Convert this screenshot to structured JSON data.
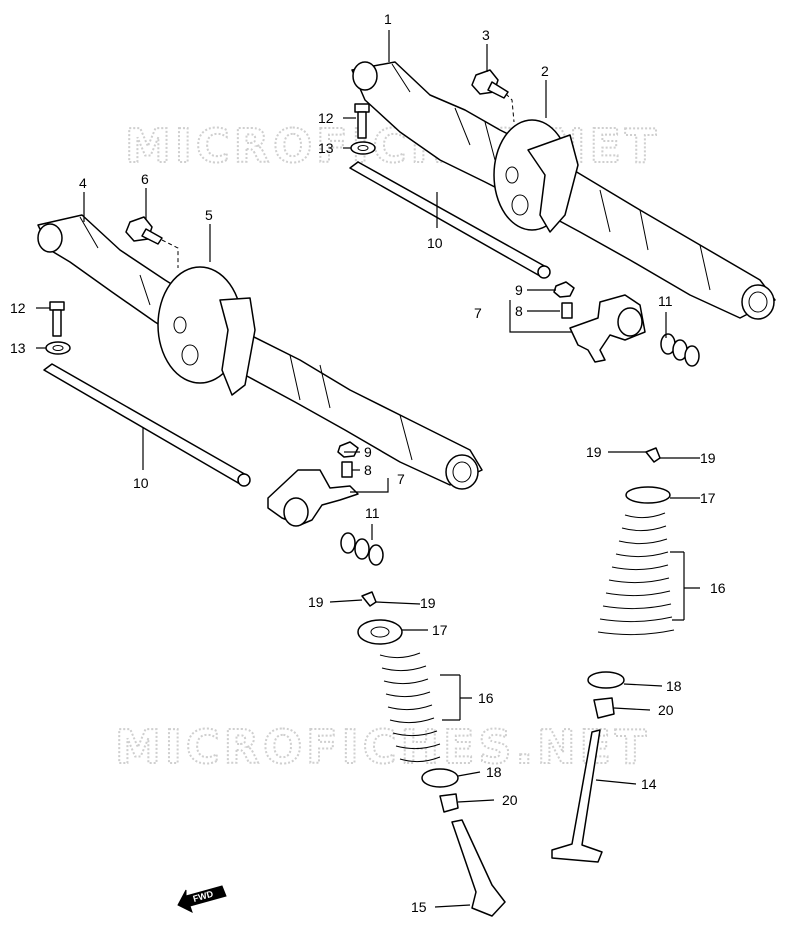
{
  "watermarks": [
    "MICROFICHES.NET",
    "MICROFICHES.NET"
  ],
  "fwd_label": "FWD",
  "callouts": [
    "1",
    "2",
    "3",
    "4",
    "5",
    "6",
    "7",
    "8",
    "9",
    "10",
    "11",
    "12",
    "13",
    "7",
    "8",
    "9",
    "10",
    "11",
    "12",
    "13",
    "14",
    "15",
    "16",
    "16",
    "17",
    "17",
    "18",
    "18",
    "19",
    "19",
    "19",
    "19",
    "20",
    "20"
  ]
}
